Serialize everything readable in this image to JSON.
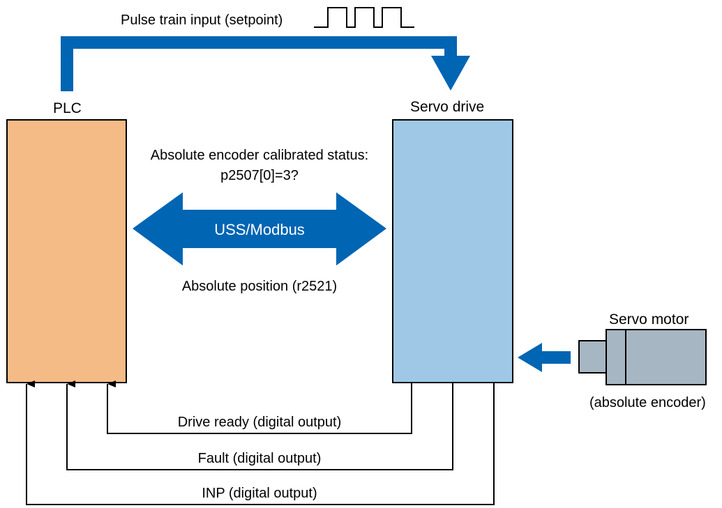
{
  "labels": {
    "pulse_input": "Pulse train input (setpoint)",
    "plc": "PLC",
    "servo_drive": "Servo drive",
    "calib_line1": "Absolute encoder calibrated status:",
    "calib_line2": "p2507[0]=3?",
    "bus": "USS/Modbus",
    "abs_position": "Absolute position (r2521)",
    "servo_motor": "Servo motor",
    "abs_encoder": "(absolute encoder)",
    "drive_ready": "Drive ready (digital output)",
    "fault": "Fault (digital output)",
    "inp": "INP (digital output)"
  },
  "colors": {
    "arrow_blue": "#0065b3",
    "plc_fill": "#f5bb87",
    "drive_fill": "#9fc8e7",
    "motor_fill": "#a7b6c3",
    "line": "#000000"
  }
}
